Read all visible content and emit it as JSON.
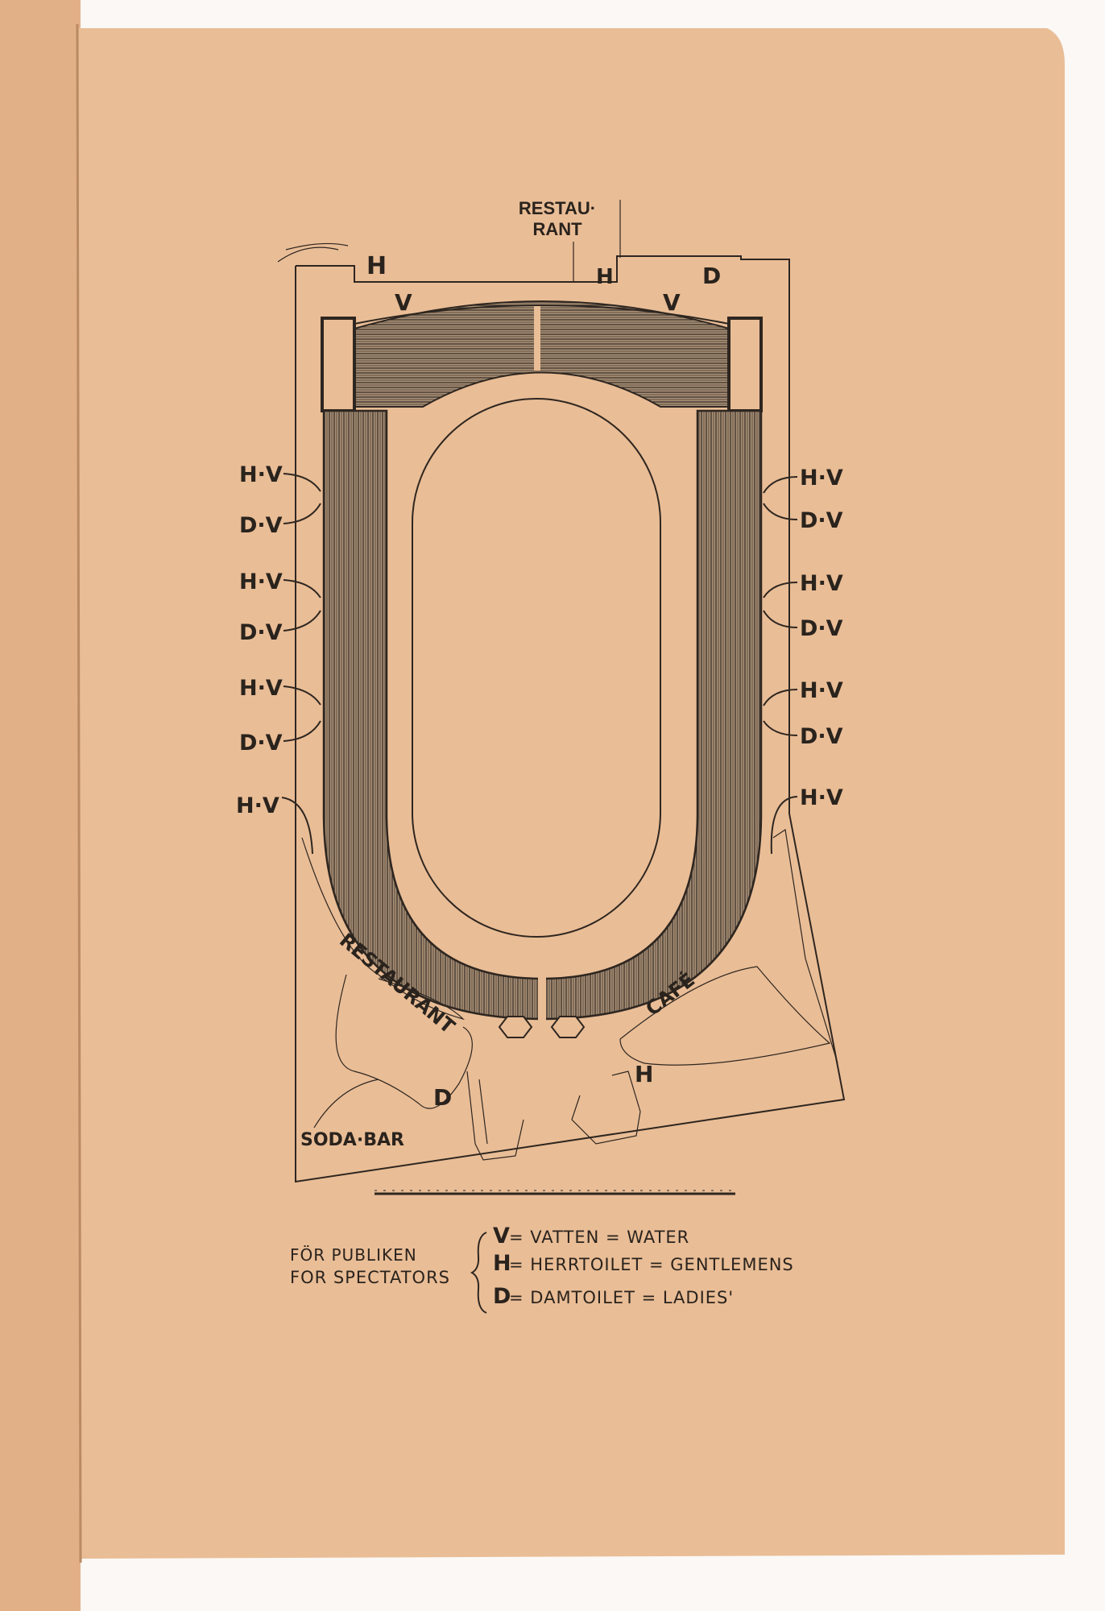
{
  "plan": {
    "restaurant_top": [
      "RESTAU·",
      "RANT"
    ],
    "restaurant_curved": "RESTAURANT",
    "cafe": "CAFÉ",
    "soda_bar": "SODA·BAR",
    "marks": {
      "h": "H",
      "d": "D",
      "v": "V"
    },
    "left_labels": [
      "H·V",
      "D·V",
      "H·V",
      "D·V",
      "H·V",
      "D·V",
      "H·V"
    ],
    "right_labels": [
      "H·V",
      "D·V",
      "H·V",
      "D·V",
      "H·V",
      "D·V",
      "H·V"
    ]
  },
  "legend": {
    "audience_sv": "FÖR PUBLIKEN",
    "audience_en": "FOR SPECTATORS",
    "items": [
      {
        "key": "V",
        "text": "= VATTEN = WATER"
      },
      {
        "key": "H",
        "text": "= HERRTOILET = GENTLEMENS"
      },
      {
        "key": "D",
        "text": "= DAMTOILET = LADIES'"
      }
    ]
  },
  "colors": {
    "paper": "#e9bd96",
    "ink": "#2a231d"
  }
}
